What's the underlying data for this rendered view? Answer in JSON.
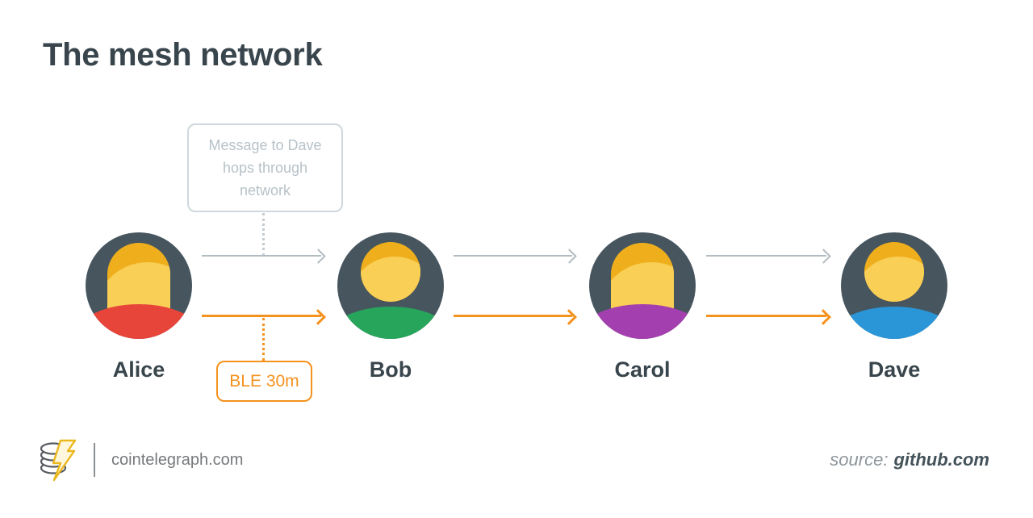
{
  "title": "The mesh network",
  "diagram": {
    "callout_text": "Message to Dave hops through network",
    "ble_label": "BLE 30m",
    "nodes": [
      {
        "name": "Alice",
        "avatar": "female",
        "shoulder_color": "#E8453A"
      },
      {
        "name": "Bob",
        "avatar": "male",
        "shoulder_color": "#27A55B"
      },
      {
        "name": "Carol",
        "avatar": "female",
        "shoulder_color": "#A43FAF"
      },
      {
        "name": "Dave",
        "avatar": "male",
        "shoulder_color": "#2A96D8"
      }
    ],
    "message_path": [
      [
        "Alice",
        "Bob"
      ],
      [
        "Bob",
        "Carol"
      ],
      [
        "Carol",
        "Dave"
      ]
    ],
    "ble_path": [
      [
        "Alice",
        "Bob"
      ],
      [
        "Bob",
        "Carol"
      ],
      [
        "Carol",
        "Dave"
      ]
    ]
  },
  "footer": {
    "brand": "cointelegraph.com",
    "source_prefix": "source:",
    "source_value": "github.com"
  },
  "colors": {
    "ink": "#39454C",
    "slate": "#46555E",
    "hair": "#EFAF1D",
    "face": "#F9CF56",
    "orange": "#F5921E",
    "arrow-gray": "#B3BCC1",
    "dot-gray": "#C3CCD1",
    "callout-border": "#CFD8DC",
    "callout-text": "#B7C2C8",
    "footer-gray": "#77797C",
    "source-label": "#8D969B",
    "source-value": "#44525A"
  }
}
